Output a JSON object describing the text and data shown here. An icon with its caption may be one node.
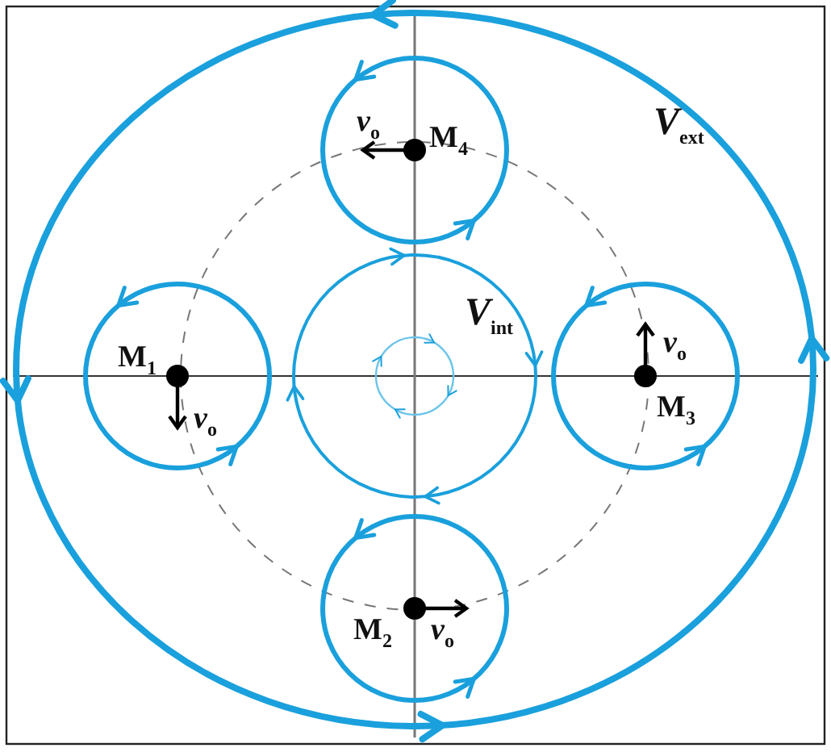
{
  "diagram": {
    "labels": [
      "*v*$_{o}$",
      "M$_{4}$",
      "*V*$_{ext}$",
      "*V*$_{int}$",
      "M$_{1}$",
      "*v*$_{o}$",
      "*v*$_{o}$",
      "M$_{3}$",
      "M$_{2}$",
      "*v*$_{o}$"
    ]
  }
}
